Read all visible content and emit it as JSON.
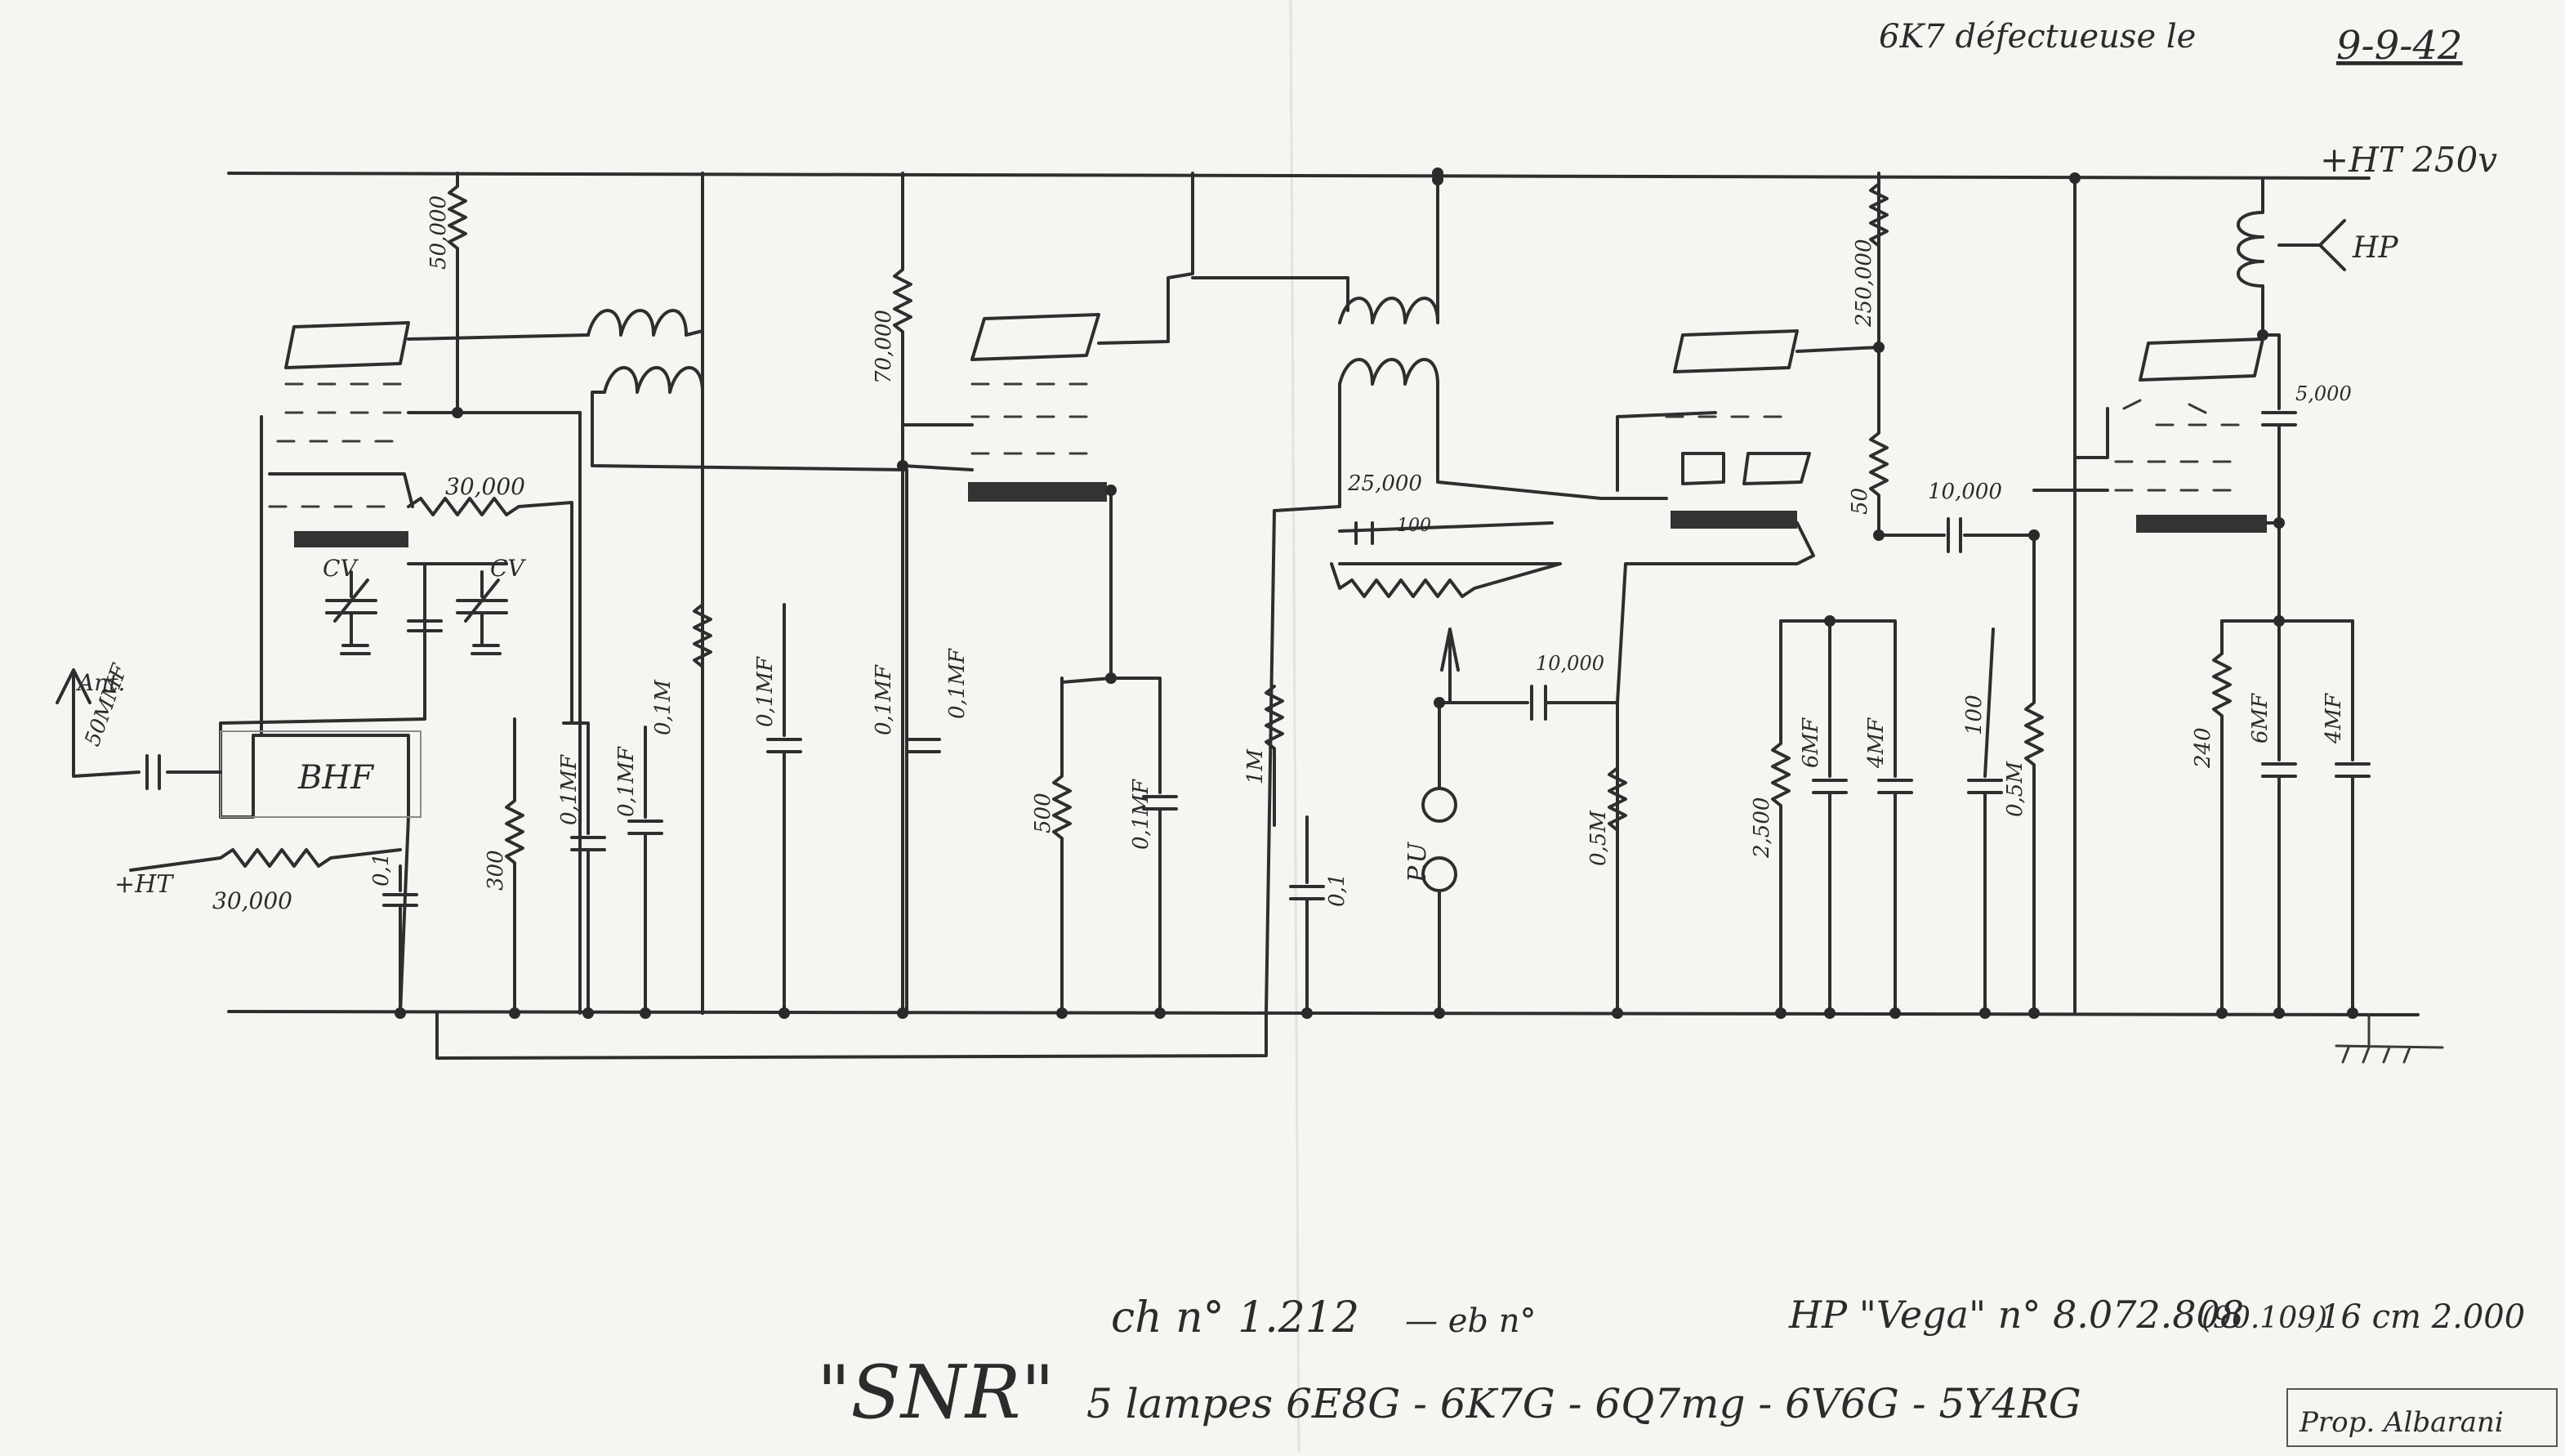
{
  "header_note": "6K7 défectueuse le",
  "header_date": "9-9-42",
  "supply_label": "+HT 250v",
  "speaker_label": "HP",
  "antenna_label": "Ant.",
  "ht_label": "+HT",
  "bhf_label": "BHF",
  "pu_label": "P.U",
  "cv_label": "CV",
  "components": {
    "r_50000": "50,000",
    "r_70000": "70,000",
    "r_30000_top": "30,000",
    "r_30000_bottom": "30,000",
    "r_250000": "250,000",
    "r_25000": "25,000",
    "r_50": "50",
    "r_300": "300",
    "r_500": "500",
    "r_1m": "1M",
    "r_05m_a": "0,5M",
    "r_05m_b": "0,5M",
    "r_2500": "2,500",
    "r_240": "240",
    "r_0_1m": "0,1M",
    "c_50mmf": "50MMF",
    "c_0_1_a": "0,1MF",
    "c_0_1_b": "0,1MF",
    "c_0_1_c": "0,1MF",
    "c_0_1_d": "0,1MF",
    "c_0_1_e": "0,1MF",
    "c_0_1_f": "0,1MF",
    "c_0_1_g": "0,1",
    "c_0_1_h": "0,1",
    "c_100": "100",
    "c_10000_a": "10,000",
    "c_10000_b": "10,000",
    "c_100mmf": "100",
    "c_5000": "5,000",
    "c_6mf_a": "6MF",
    "c_4mf_a": "4MF",
    "c_6mf_b": "6MF",
    "c_4mf_b": "4MF"
  },
  "footer": {
    "title": "\"SNR\"",
    "chassis": "ch n° 1.212",
    "ebenisterie": "— eb n°",
    "speaker": "HP \"Vega\" n° 8.072.808",
    "speaker_ref": "(90.109)",
    "speaker_size": "16 cm 2.000",
    "tubes": "5 lampes 6E8G - 6K7G - 6Q7mg - 6V6G - 5Y4RG",
    "author": "Prop. Albarani"
  }
}
